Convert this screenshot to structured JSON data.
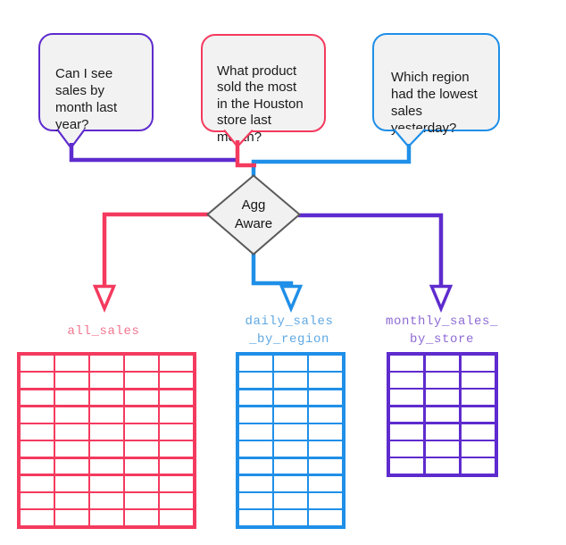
{
  "bubbles": [
    {
      "id": "monthly-sales-question",
      "text": "Can I see\nsales by\nmonth last\nyear?"
    },
    {
      "id": "houston-product-question",
      "text": "What product\nsold the most\nin the Houston\nstore last\nmonth?"
    },
    {
      "id": "region-sales-question",
      "text": "Which region\nhad the lowest\nsales\nyesterday?"
    }
  ],
  "diamond": {
    "label": "Agg\nAware"
  },
  "tables": [
    {
      "label": "all_sales",
      "columns": 5,
      "rows": 10,
      "color": "#f43a5e",
      "label_color": "#f0758f"
    },
    {
      "label": "daily_sales\n_by_region",
      "columns": 3,
      "rows": 10,
      "color": "#1f8fe8",
      "label_color": "#5fa8e3"
    },
    {
      "label": "monthly_sales_\nby_store",
      "columns": 3,
      "rows": 7,
      "color": "#5e2bce",
      "label_color": "#8d6ad4"
    }
  ],
  "colors": {
    "purple": "#5e2bce",
    "pink": "#f43a5e",
    "blue": "#1f8fe8",
    "bubble_fill": "#f2f2f2",
    "diamond_fill": "#f1f1f1",
    "diamond_border": "#5a5a5a",
    "arrow_fill": "#ffffff"
  }
}
